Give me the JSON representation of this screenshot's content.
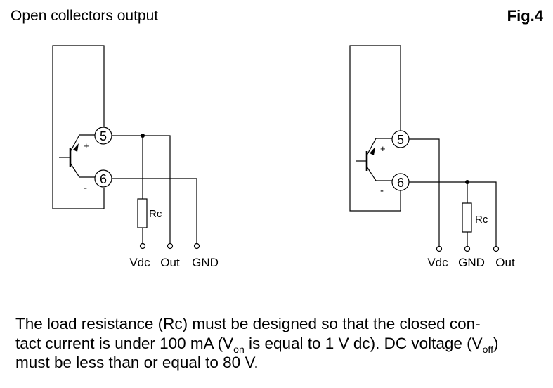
{
  "header": {
    "title": "Open collectors output",
    "figure_label": "Fig.4"
  },
  "circuits": [
    {
      "terminal_top": "5",
      "terminal_bottom": "6",
      "plus": "+",
      "minus": "-",
      "resistor": "Rc",
      "connections": [
        "Vdc",
        "Out",
        "GND"
      ]
    },
    {
      "terminal_top": "5",
      "terminal_bottom": "6",
      "plus": "+",
      "minus": "-",
      "resistor": "Rc",
      "connections": [
        "Vdc",
        "GND",
        "Out"
      ]
    }
  ],
  "description": {
    "part1": "The load resistance (Rc) must be designed so that the closed con-",
    "part2": "tact current is under 100 mA (V",
    "sub_on": "on",
    "part3": " is equal to 1 V dc). DC voltage (V",
    "sub_off": "off",
    "part4": ")",
    "part5": "must be less than or equal to 80 V."
  }
}
